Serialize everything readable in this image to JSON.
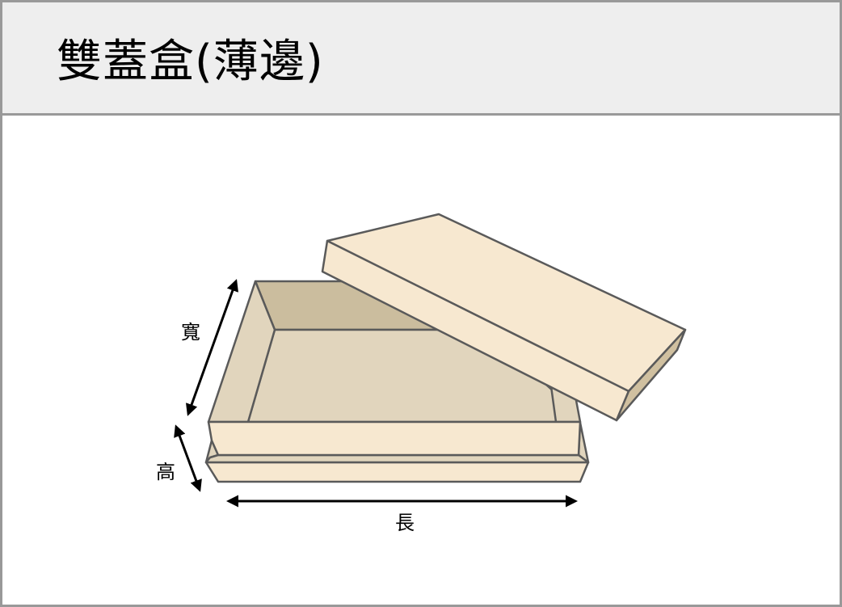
{
  "header": {
    "title": "雙蓋盒(薄邊)"
  },
  "diagram": {
    "labels": {
      "width": "寬",
      "height": "高",
      "length": "長"
    },
    "colors": {
      "outline": "#5a5a5a",
      "light_face": "#f7e8d0",
      "inner_floor": "#e1d5bd",
      "inner_back": "#cbbd9e",
      "lid_side": "#d0c0a0",
      "arrow": "#000000",
      "header_bg": "#eeeeee",
      "frame_border": "#999999"
    }
  }
}
